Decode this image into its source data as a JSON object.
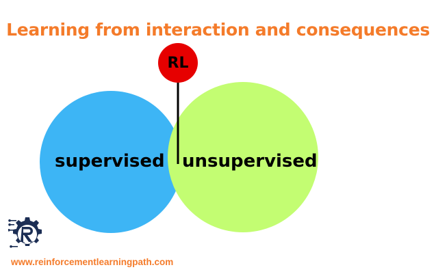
{
  "title": "Learning from interaction and consequences",
  "diagram": {
    "left_circle": {
      "label": "supervised",
      "color": "#3db5f5"
    },
    "right_circle": {
      "label": "unsupervised",
      "color": "#c3fd72"
    },
    "center_marker": {
      "label": "RL",
      "color": "#e60000"
    }
  },
  "footer": {
    "url": "www.reinforcementlearningpath.com"
  },
  "colors": {
    "title": "#f47b2a",
    "url": "#f47b2a",
    "logo": "#1c2e54"
  },
  "icons": {
    "logo": "gear-r-logo-icon"
  }
}
